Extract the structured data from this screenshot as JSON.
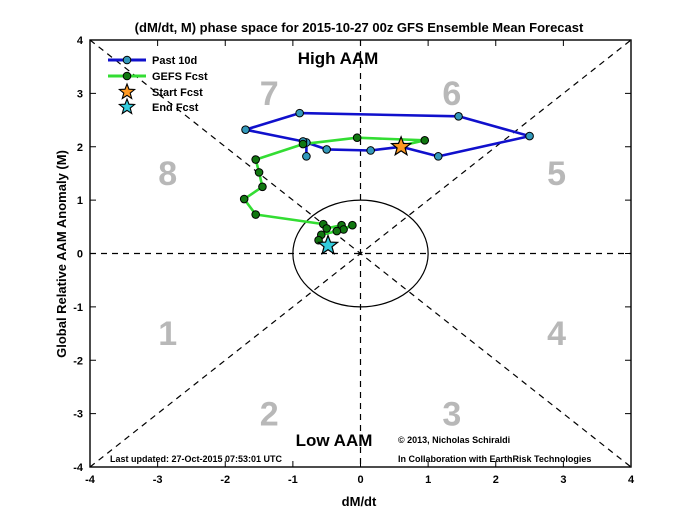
{
  "chart_data": {
    "type": "line",
    "title": "(dM/dt, M) phase space for 2015-10-27 00z GFS Ensemble Mean Forecast",
    "xlabel": "dM/dt",
    "ylabel": "Global Relative AAM Anomaly (M)",
    "xlim": [
      -4,
      4
    ],
    "ylim": [
      -4,
      4
    ],
    "xticks": [
      -4,
      -3,
      -2,
      -1,
      0,
      1,
      2,
      3,
      4
    ],
    "yticks": [
      -4,
      -3,
      -2,
      -1,
      0,
      1,
      2,
      3,
      4
    ],
    "grid": false,
    "legend_position": "top-left",
    "series": [
      {
        "name": "Past 10d",
        "color": "#1010cc",
        "marker_color": "#3399bb",
        "x": [
          -0.8,
          -0.8,
          -0.5,
          0.15,
          0.6,
          1.15,
          2.5,
          1.45,
          -0.9,
          -1.7,
          -0.85
        ],
        "y": [
          1.82,
          2.08,
          1.95,
          1.93,
          2.0,
          1.82,
          2.2,
          2.57,
          2.63,
          2.32,
          2.1
        ]
      },
      {
        "name": "GEFS Fcst",
        "color": "#33dd33",
        "marker_color": "#117711",
        "x": [
          0.6,
          0.95,
          -0.05,
          -0.85,
          -1.55,
          -1.5,
          -1.45,
          -1.72,
          -1.55,
          -0.55,
          -0.5,
          -0.28,
          -0.25,
          -0.12,
          -0.35,
          -0.58,
          -0.62,
          -0.48
        ],
        "y": [
          2.02,
          2.12,
          2.17,
          2.05,
          1.76,
          1.52,
          1.25,
          1.02,
          0.73,
          0.55,
          0.47,
          0.53,
          0.45,
          0.53,
          0.42,
          0.35,
          0.25,
          0.15
        ]
      }
    ],
    "start_fcst": {
      "label": "Start Fcst",
      "x": 0.6,
      "y": 2.0,
      "color": "#ff9922"
    },
    "end_fcst": {
      "label": "End Fcst",
      "x": -0.48,
      "y": 0.15,
      "color": "#33ccdd"
    },
    "circle_radius": 1,
    "phase_labels": [
      {
        "text": "1",
        "x": -2.85,
        "y": -1.55
      },
      {
        "text": "2",
        "x": -1.35,
        "y": -3.05
      },
      {
        "text": "3",
        "x": 1.35,
        "y": -3.05
      },
      {
        "text": "4",
        "x": 2.9,
        "y": -1.55
      },
      {
        "text": "5",
        "x": 2.9,
        "y": 1.45
      },
      {
        "text": "6",
        "x": 1.35,
        "y": 2.95
      },
      {
        "text": "7",
        "x": -1.35,
        "y": 2.95
      },
      {
        "text": "8",
        "x": -2.85,
        "y": 1.45
      }
    ],
    "annotations": {
      "high_aam": "High AAM",
      "low_aam": "Low AAM",
      "copyright": "©  2013, Nicholas Schiraldi",
      "collab": "In Collaboration with EarthRisk Technologies",
      "updated": "Last updated: 27-Oct-2015 07:53:01 UTC"
    }
  }
}
